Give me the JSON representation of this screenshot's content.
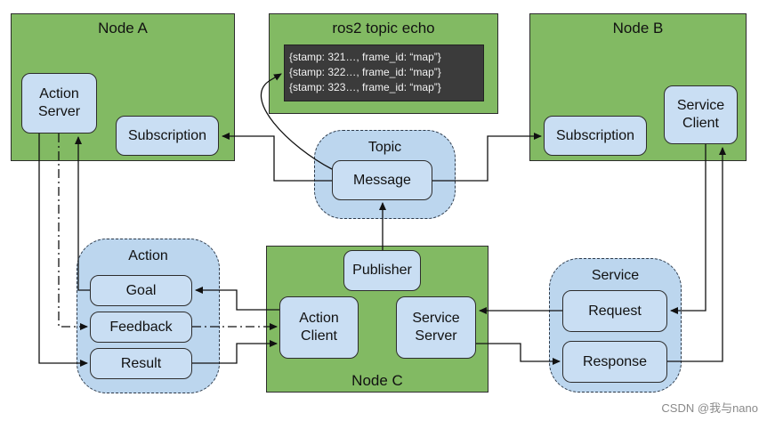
{
  "nodes": {
    "node_a": "Node A",
    "node_b": "Node B",
    "node_c": "Node C",
    "echo": "ros2 topic echo"
  },
  "console_lines": [
    "{stamp: 321…, frame_id: “map”}",
    "{stamp: 322…, frame_id: “map”}",
    "{stamp: 323…, frame_id: “map”}"
  ],
  "groups": {
    "topic": "Topic",
    "action": "Action",
    "service": "Service"
  },
  "boxes": {
    "action_server": "Action\nServer",
    "subscription_a": "Subscription",
    "subscription_b": "Subscription",
    "service_client": "Service\nClient",
    "message": "Message",
    "publisher": "Publisher",
    "action_client": "Action\nClient",
    "service_server": "Service\nServer",
    "goal": "Goal",
    "feedback": "Feedback",
    "result": "Result",
    "request": "Request",
    "response": "Response"
  },
  "watermark": "CSDN @我与nano",
  "colors": {
    "node_fill": "#82ba63",
    "cloud_fill": "#bcd6ee",
    "box_fill": "#c9def3",
    "console_bg": "#3b3b3b"
  }
}
